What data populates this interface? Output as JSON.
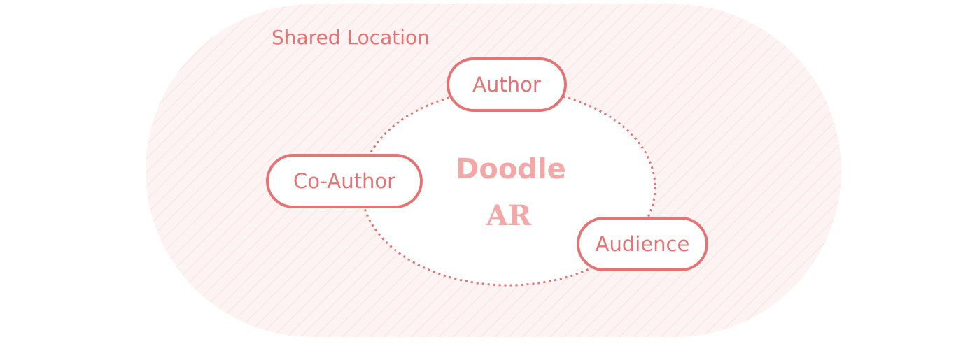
{
  "colors": {
    "accent": "#e57373",
    "brand": "#f4a7a7",
    "region_fill": "#fdf3f3",
    "hatch": "#f8e2e2",
    "node_fill": "#ffffff"
  },
  "region": {
    "label": "Shared Location"
  },
  "center": {
    "line1": "Doodle",
    "line2": "AR"
  },
  "nodes": [
    {
      "id": "author",
      "label": "Author"
    },
    {
      "id": "co-author",
      "label": "Co-Author"
    },
    {
      "id": "audience",
      "label": "Audience"
    }
  ]
}
